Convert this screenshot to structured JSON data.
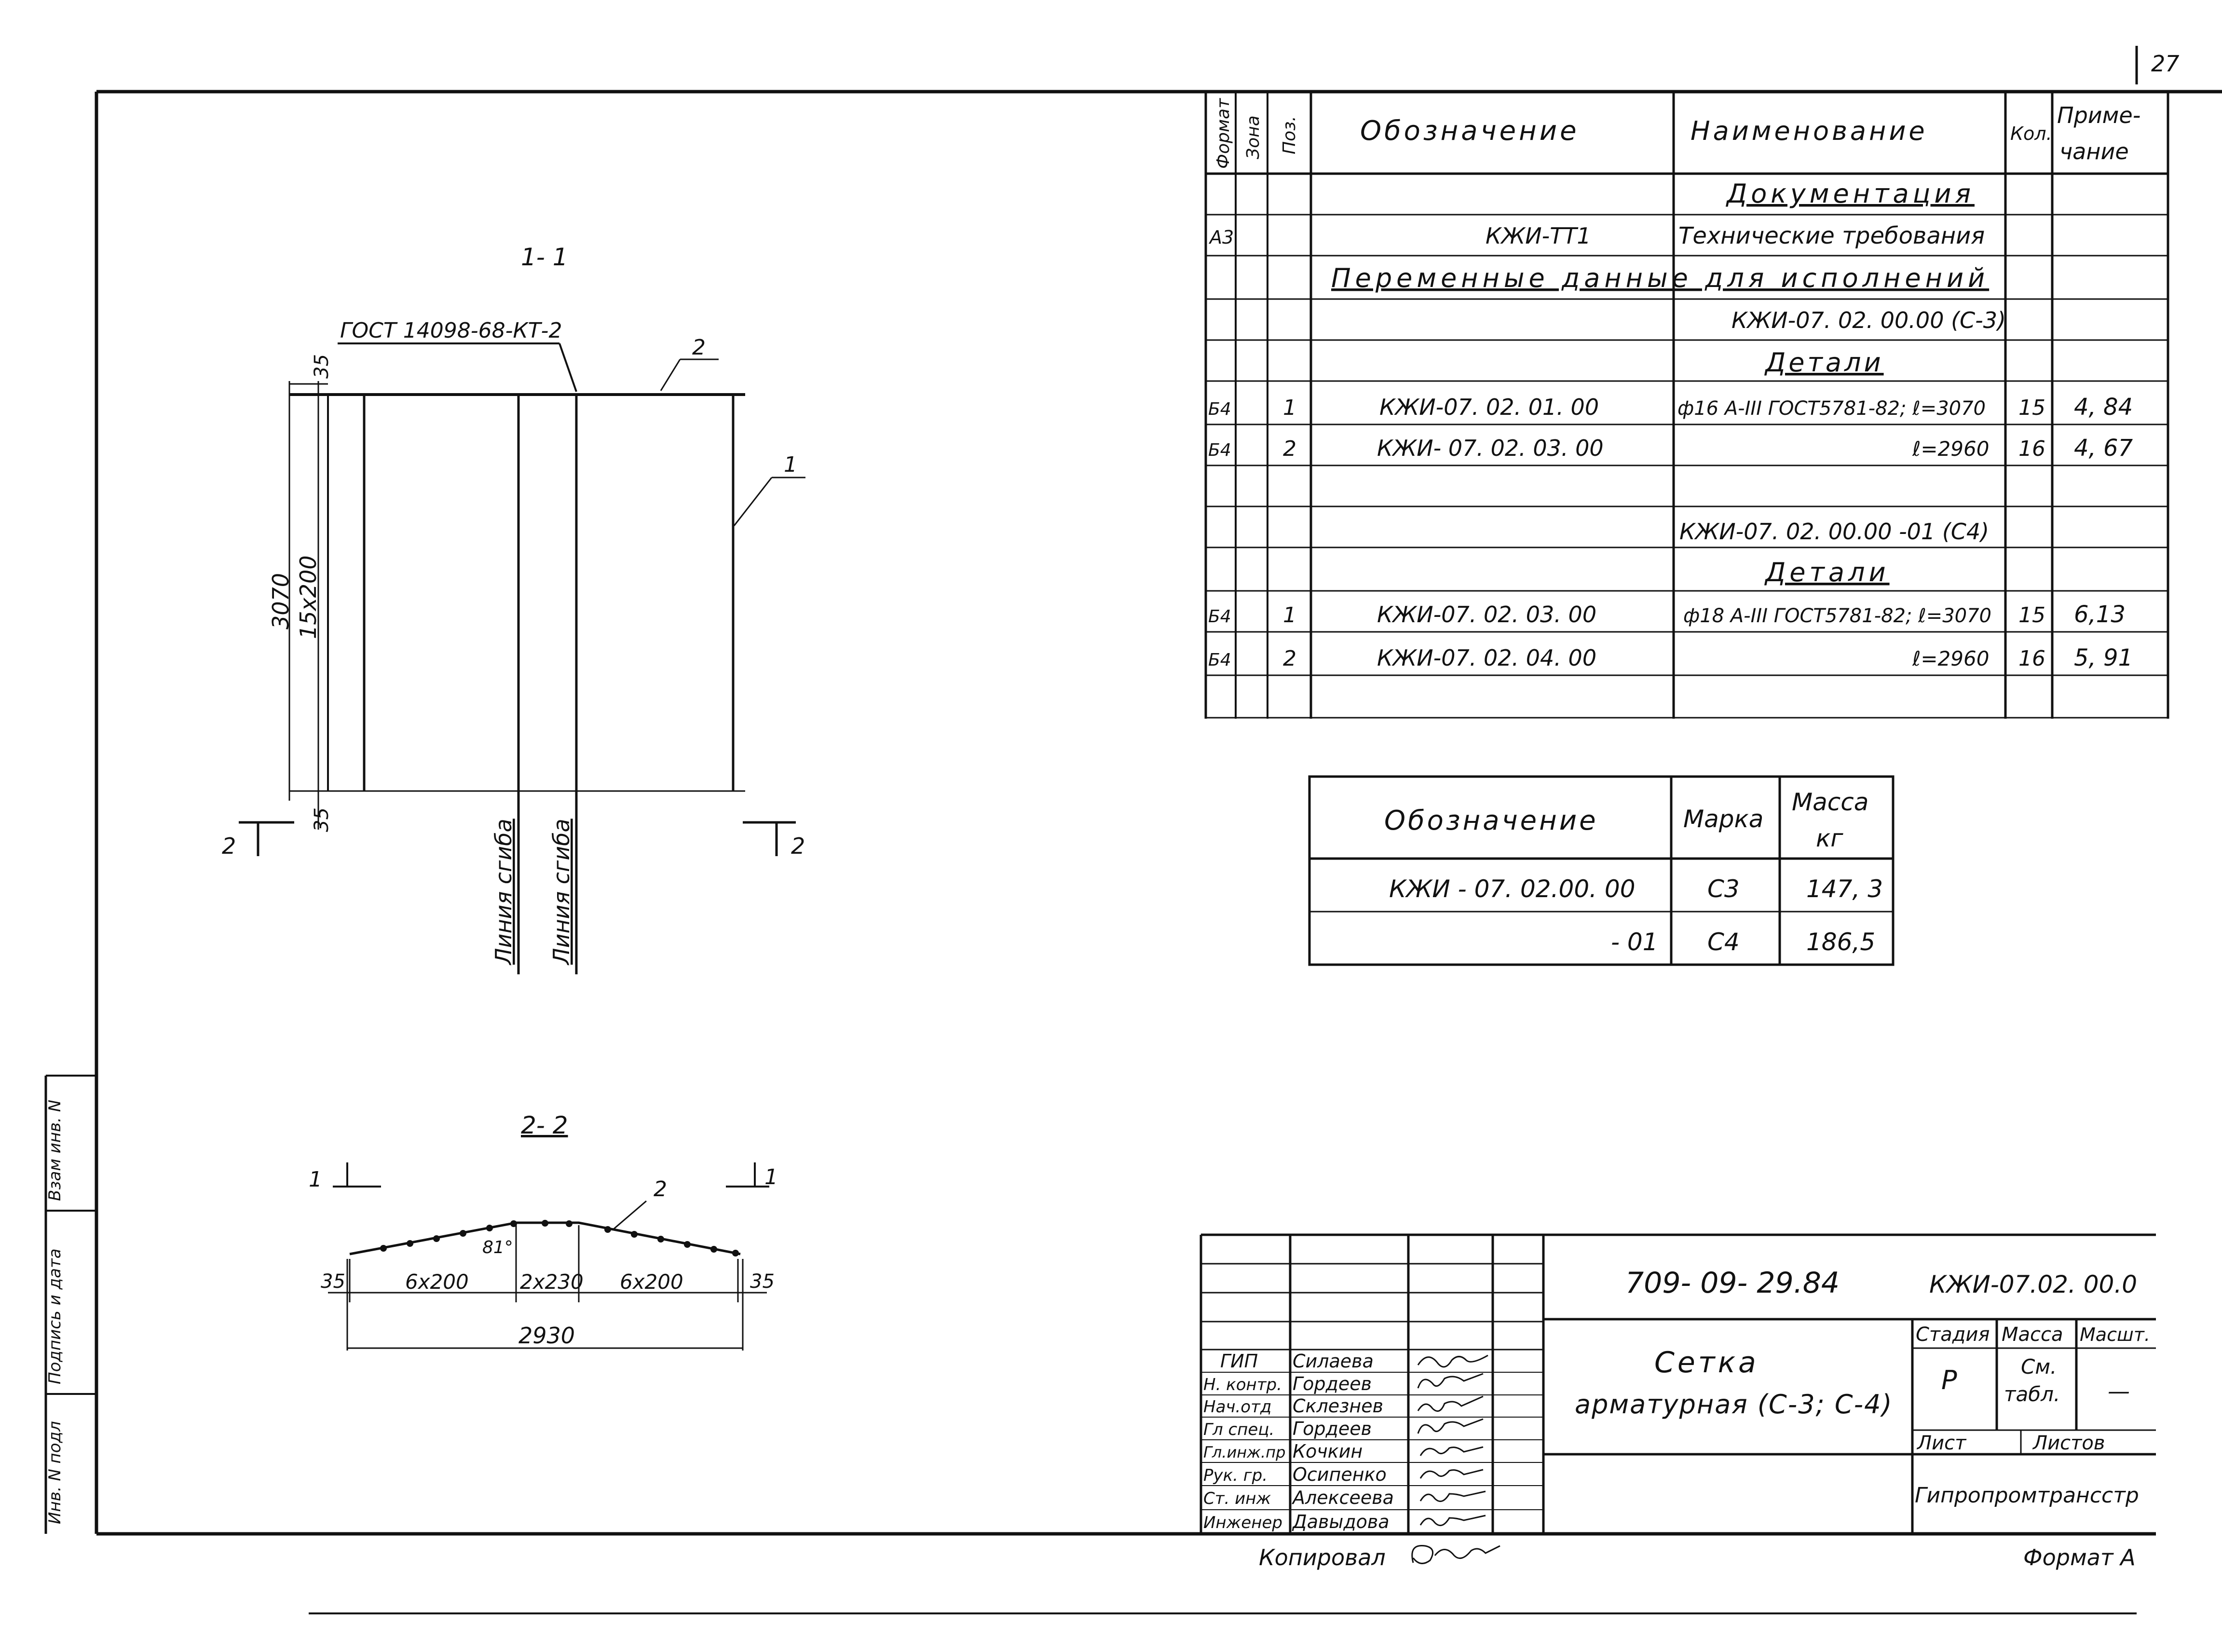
{
  "sheet_number": "27",
  "section_1": {
    "title": "1- 1",
    "standard_ref": "ГОСТ 14098-68-КТ-2",
    "callout_1": "1",
    "callout_2": "2",
    "dim_top": "35",
    "dim_bottom": "35",
    "dim_total": "3070",
    "dim_pitch": "15х200",
    "cut_mark_left": "2",
    "cut_mark_right": "2",
    "bend_line_1": "Линия сгиба",
    "bend_line_2": "Линия сгиба"
  },
  "section_2": {
    "title": "2- 2",
    "cut_mark_left": "1",
    "cut_mark_right": "1",
    "callout_2": "2",
    "angle": "81°",
    "dim_35_left": "35",
    "dim_6x200_left": "6х200",
    "dim_2x230": "2х230",
    "dim_6x200_right": "6х200",
    "dim_35_right": "35",
    "dim_total": "2930"
  },
  "spec_table": {
    "headers": {
      "format": "Формат",
      "zone": "Зона",
      "pos": "Поз.",
      "designation": "Обозначение",
      "name": "Наименование",
      "qty": "Кол.",
      "note": "Приме- чание"
    },
    "documentation_header": "Документация",
    "doc_row": {
      "format": "А3",
      "designation": "КЖИ-ТТ1",
      "name": "Технические требования"
    },
    "variable_data_header": "Переменные данные для исполнений",
    "variant_1": "КЖИ-07. 02. 00.00 (С-3)",
    "details_header_1": "Детали",
    "rows_1": [
      {
        "format": "Б4",
        "pos": "1",
        "designation": "КЖИ-07. 02. 01. 00",
        "name": "ф16 А-III ГОСТ5781-82; ℓ=3070",
        "qty": "15",
        "note": "4, 84"
      },
      {
        "format": "Б4",
        "pos": "2",
        "designation": "КЖИ- 07. 02. 03. 00",
        "name": "ℓ=2960",
        "qty": "16",
        "note": "4, 67"
      }
    ],
    "variant_2": "КЖИ-07. 02. 00.00 -01 (С4)",
    "details_header_2": "Детали",
    "rows_2": [
      {
        "format": "Б4",
        "pos": "1",
        "designation": "КЖИ-07. 02. 03. 00",
        "name": "ф18 А-III ГОСТ5781-82; ℓ=3070",
        "qty": "15",
        "note": "6,13"
      },
      {
        "format": "Б4",
        "pos": "2",
        "designation": "КЖИ-07. 02. 04. 00",
        "name": "ℓ=2960",
        "qty": "16",
        "note": "5, 91"
      }
    ]
  },
  "mass_table": {
    "headers": {
      "designation": "Обозначение",
      "mark": "Марка",
      "mass_line1": "Масса",
      "mass_line2": "кг"
    },
    "rows": [
      {
        "designation": "КЖИ - 07. 02.00. 00",
        "mark": "С3",
        "mass": "147, 3"
      },
      {
        "designation": "- 01",
        "mark": "С4",
        "mass": "186,5"
      }
    ]
  },
  "left_stamp": {
    "inv_podl": "Инв. N подл",
    "podpis_data": "Подпись и дата",
    "vzam_inv": "Взам инв. N"
  },
  "title_block": {
    "project_code": "709- 09- 29.84",
    "doc_code": "КЖИ-07.02. 00.0",
    "title_line1": "Сетка",
    "title_line2": "арматурная (С-3; С-4)",
    "stage_label": "Стадия",
    "mass_label": "Масса",
    "scale_label": "Масшт.",
    "stage_value": "Р",
    "mass_value_1": "См.",
    "mass_value_2": "табл.",
    "scale_value": "—",
    "sheet_label": "Лист",
    "sheets_label": "Листов",
    "organization": "Гипропромтрансстр",
    "people": [
      {
        "role": "ГИП",
        "name": "Силаева"
      },
      {
        "role": "Н. контр.",
        "name": "Гордеев"
      },
      {
        "role": "Нач.отд",
        "name": "Склезнев"
      },
      {
        "role": "Гл спец.",
        "name": "Гордеев"
      },
      {
        "role": "Гл.инж.пр",
        "name": "Кочкин"
      },
      {
        "role": "Рук. гр.",
        "name": "Осипенко"
      },
      {
        "role": "Ст. инж",
        "name": "Алексеева"
      },
      {
        "role": "Инженер",
        "name": "Давыдова"
      }
    ]
  },
  "footer": {
    "copied_label": "Копировал",
    "format_label": "Формат А"
  }
}
